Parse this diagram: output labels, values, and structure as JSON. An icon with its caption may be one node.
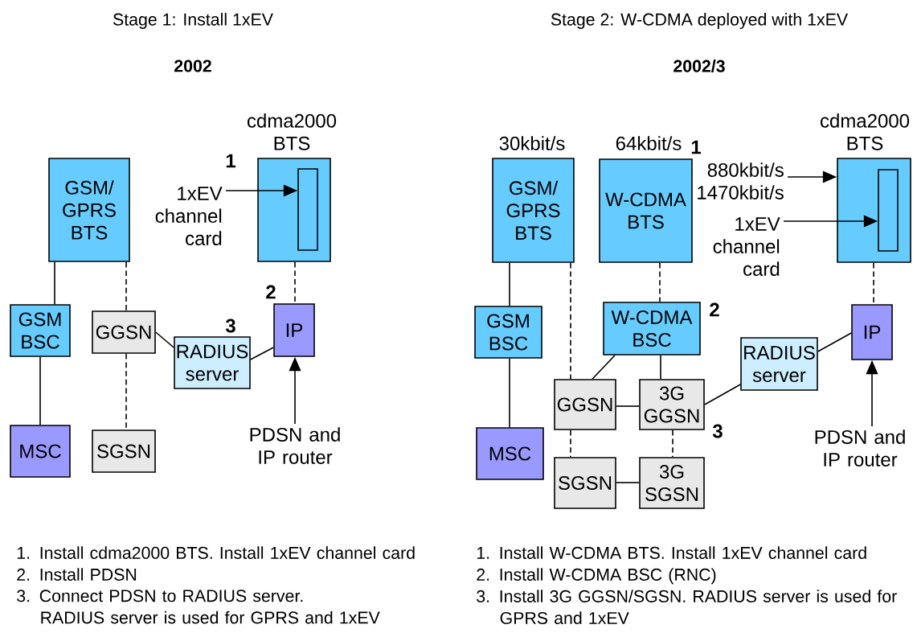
{
  "diagram": {
    "nodes": [
      {
        "text": [
          "GSM/ GPRS BTS"
        ]
      },
      {
        "text": [
          "cdma2000 BTS"
        ]
      },
      {
        "text": [],
        "shape": "bar",
        "in": 1
      },
      {
        "text": [
          "1xEV channel card"
        ]
      },
      {
        "text": [
          "GSM BSC"
        ]
      },
      {
        "text": [
          "MSC"
        ]
      },
      {
        "text": [
          "GGSN"
        ]
      },
      {
        "text": [
          "SGSN"
        ]
      },
      {
        "text": [
          "RADIUS server"
        ]
      },
      {
        "text": [
          "IP"
        ]
      },
      {
        "text": [
          "PDSN and IP router"
        ]
      },
      {
        "text": [
          "GSM/ GPRS BTS"
        ],
        "beside": [
          "30kbit/s"
        ]
      },
      {
        "text": [
          "W-CDMA BTS"
        ],
        "beside": [
          "64kbit/s"
        ]
      },
      {
        "text": [
          "cdma2000 BTS"
        ]
      },
      {
        "text": [],
        "shape": "bar",
        "in": 13
      },
      {
        "text": [
          "880kbit/s 1470kbit/s"
        ]
      },
      {
        "text": [
          "1xEV channel card"
        ]
      },
      {
        "text": [
          "GSM BSC"
        ]
      },
      {
        "text": [
          "MSC"
        ]
      },
      {
        "text": [
          "W-CDMA BSC"
        ]
      },
      {
        "text": [
          "GGSN"
        ]
      },
      {
        "text": [
          "3G GGSN"
        ]
      },
      {
        "text": [
          "SGSN"
        ]
      },
      {
        "text": [
          "3G SGSN"
        ]
      },
      {
        "text": [
          "RADIUS server"
        ]
      },
      {
        "text": [
          "IP"
        ]
      },
      {
        "text": [
          "PDSN and IP router"
        ]
      }
    ],
    "edges": [
      {
        "from": 3,
        "to": 2,
        "arrow": "to"
      },
      {
        "from": 0,
        "to": 4,
        "arrow": "none"
      },
      {
        "from": 4,
        "to": 5,
        "arrow": "none"
      },
      {
        "from": 0,
        "to": 6,
        "arrow": "none",
        "style": "dashed"
      },
      {
        "from": 6,
        "to": 7,
        "arrow": "none",
        "style": "dashed"
      },
      {
        "from": 6,
        "to": 8,
        "arrow": "none"
      },
      {
        "from": 8,
        "to": 9,
        "arrow": "none"
      },
      {
        "from": 1,
        "to": 9,
        "arrow": "none",
        "style": "dashed"
      },
      {
        "from": 10,
        "to": 9,
        "arrow": "to"
      },
      {
        "from": 15,
        "to": 13,
        "arrow": "to"
      },
      {
        "from": 16,
        "to": 14,
        "arrow": "to"
      },
      {
        "from": 11,
        "to": 17,
        "arrow": "none"
      },
      {
        "from": 17,
        "to": 18,
        "arrow": "none"
      },
      {
        "from": 11,
        "to": 20,
        "arrow": "none",
        "style": "dashed"
      },
      {
        "from": 12,
        "to": 19,
        "arrow": "none",
        "style": "dashed"
      },
      {
        "from": 19,
        "to": 20,
        "arrow": "none"
      },
      {
        "from": 19,
        "to": 21,
        "arrow": "none"
      },
      {
        "from": 20,
        "to": 21,
        "arrow": "none"
      },
      {
        "from": 20,
        "to": 22,
        "arrow": "none",
        "style": "dashed"
      },
      {
        "from": 21,
        "to": 23,
        "arrow": "none",
        "style": "dashed"
      },
      {
        "from": 22,
        "to": 23,
        "arrow": "none"
      },
      {
        "from": 21,
        "to": 24,
        "arrow": "none"
      },
      {
        "from": 24,
        "to": 25,
        "arrow": "none"
      },
      {
        "from": 13,
        "to": 25,
        "arrow": "none",
        "style": "dashed"
      },
      {
        "from": 26,
        "to": 25,
        "arrow": "to"
      }
    ],
    "labels": [
      "Stage 1: Install 1xEV",
      "Stage 2: W-CDMA deployed with 1xEV",
      "2002",
      "2002/3",
      "1",
      "2",
      "3",
      "1",
      "2",
      "3",
      "1. Install cdma2000 BTS. Install 1xEV channel card",
      "2. Install PDSN",
      "3. Connect PDSN to RADIUS server. RADIUS server is used for GPRS and 1xEV",
      "1. Install W-CDMA BTS. Install 1xEV channel card",
      "2. Install W-CDMA BSC (RNC)",
      "3. Install 3G GGSN/SGSN. RADIUS server is used for GPRS and 1xEV"
    ]
  }
}
